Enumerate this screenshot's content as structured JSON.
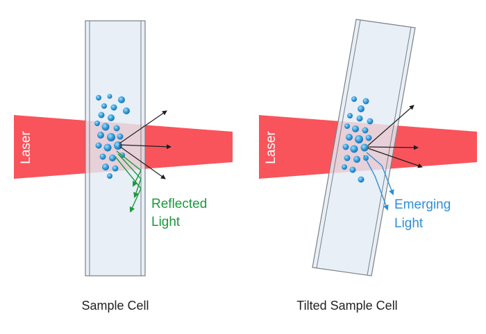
{
  "panels": [
    {
      "caption": "Sample Cell",
      "laser_label": "Laser",
      "light_label_line1": "Reflected",
      "light_label_line2": "Light",
      "light_color": "#1a9a3a"
    },
    {
      "caption": "Tilted Sample Cell",
      "laser_label": "Laser",
      "light_label_line1": "Emerging",
      "light_label_line2": "Light",
      "light_color": "#2e8fd6"
    }
  ],
  "colors": {
    "laser": "#f9545b",
    "cell_fill": "#e3ebf4",
    "cell_edge": "#7b7f86",
    "particle": "#2f9ad8",
    "scatter_arrow": "#1f1f1f",
    "caption_text": "#222222"
  }
}
